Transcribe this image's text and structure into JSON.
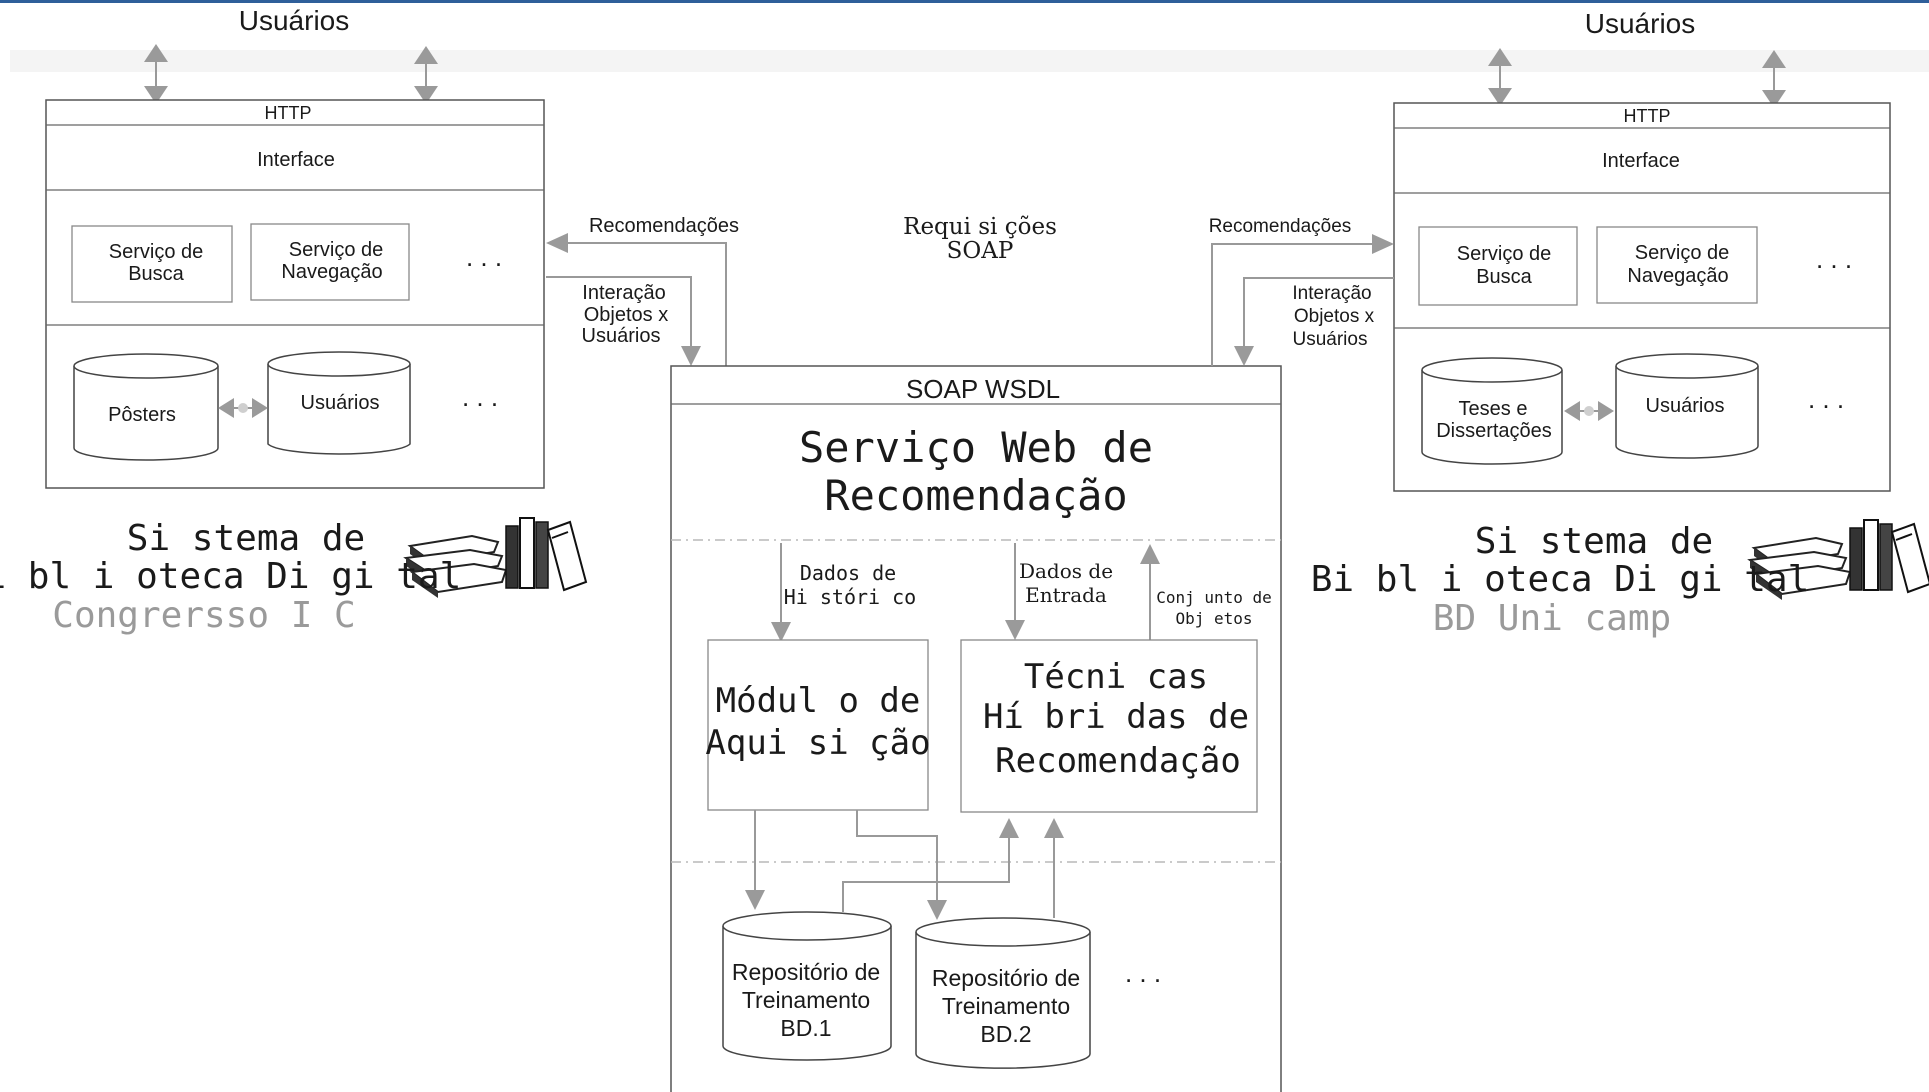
{
  "colors": {
    "top_bar": "#2f5f9a",
    "arrow": "#9a9a9a",
    "subtitle": "#9a9a9a"
  },
  "center": {
    "protocol": "SOAP   WSDL",
    "title_line1": "Serviço Web de",
    "title_line2": "Recomendação",
    "requisicoes_line1": "Requi si ções",
    "requisicoes_line2": "SOAP",
    "dados_historico_line1": "Dados de",
    "dados_historico_line2": "Hi stóri co",
    "dados_entrada_line1": "Dados de",
    "dados_entrada_line2": "Entrada",
    "conjunto_line1": "Conj unto de",
    "conjunto_line2": "Obj etos",
    "modulo_line1": "Módul o  de",
    "modulo_line2": "Aqui si ção",
    "tecnicas_line1": "Técni cas",
    "tecnicas_line2": "Hí bri das  de",
    "tecnicas_line3": "Recomendação",
    "repo1_line1": "Repositório de",
    "repo1_line2": "Treinamento",
    "repo1_line3": "BD.1",
    "repo2_line1": "Repositório de",
    "repo2_line2": "Treinamento",
    "repo2_line3": "BD.2",
    "ellipsis": ". . ."
  },
  "left": {
    "users": "Usuários",
    "http": "HTTP",
    "interface": "Interface",
    "service1_line1": "Serviço de",
    "service1_line2": "Busca",
    "service2_line1": "Serviço de",
    "service2_line2": "Navegação",
    "ellipsis": ". . .",
    "db1": "Pôsters",
    "db2": "Usuários",
    "recomendacoes": "Recomendações",
    "interacao_line1": "Interação",
    "interacao_line2": "Objetos x",
    "interacao_line3": "Usuários",
    "system_line1": "Si stema  de",
    "system_line2": "Bi bl i oteca  Di gi tal",
    "system_name": "Congrersso  I C"
  },
  "right": {
    "users": "Usuários",
    "http": "HTTP",
    "interface": "Interface",
    "service1_line1": "Serviço de",
    "service1_line2": "Busca",
    "service2_line1": "Serviço de",
    "service2_line2": "Navegação",
    "ellipsis": ". . .",
    "db1_line1": "Teses e",
    "db1_line2": "Dissertações",
    "db2": "Usuários",
    "recomendacoes": "Recomendações",
    "interacao_line1": "Interação",
    "interacao_line2": "Objetos x",
    "interacao_line3": "Usuários",
    "system_line1": "Si stema  de",
    "system_line2": "Bi bl i oteca  Di gi tal",
    "system_name": "BD  Uni camp"
  },
  "icons": {
    "left_books": "books-icon",
    "right_books": "books-icon"
  }
}
